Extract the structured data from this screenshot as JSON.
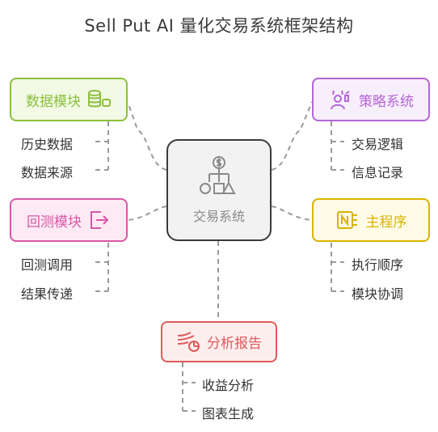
{
  "title": "Sell Put AI 量化交易系统框架结构",
  "center": {
    "label": "交易系统",
    "icon": "trading-flow-icon"
  },
  "modules": [
    {
      "label": "数据模块",
      "icon": "database-icon",
      "color": "#8cbf3f",
      "fill": "#f2f9e4",
      "children": [
        "历史数据",
        "数据来源"
      ]
    },
    {
      "label": "策略系统",
      "icon": "strategy-person-icon",
      "color": "#b366d6",
      "fill": "#f8effc",
      "children": [
        "交易逻辑",
        "信息记录"
      ]
    },
    {
      "label": "回测模块",
      "icon": "enter-arrow-icon",
      "color": "#d957a6",
      "fill": "#fdeaf5",
      "children": [
        "回测调用",
        "结果传递"
      ]
    },
    {
      "label": "主程序",
      "icon": "notion-app-icon",
      "color": "#d9b300",
      "fill": "#fffbe6",
      "children": [
        "执行顺序",
        "模块协调"
      ]
    },
    {
      "label": "分析报告",
      "icon": "wind-chart-icon",
      "color": "#e05a5a",
      "fill": "#fdeeee",
      "children": [
        "收益分析",
        "图表生成"
      ]
    }
  ]
}
